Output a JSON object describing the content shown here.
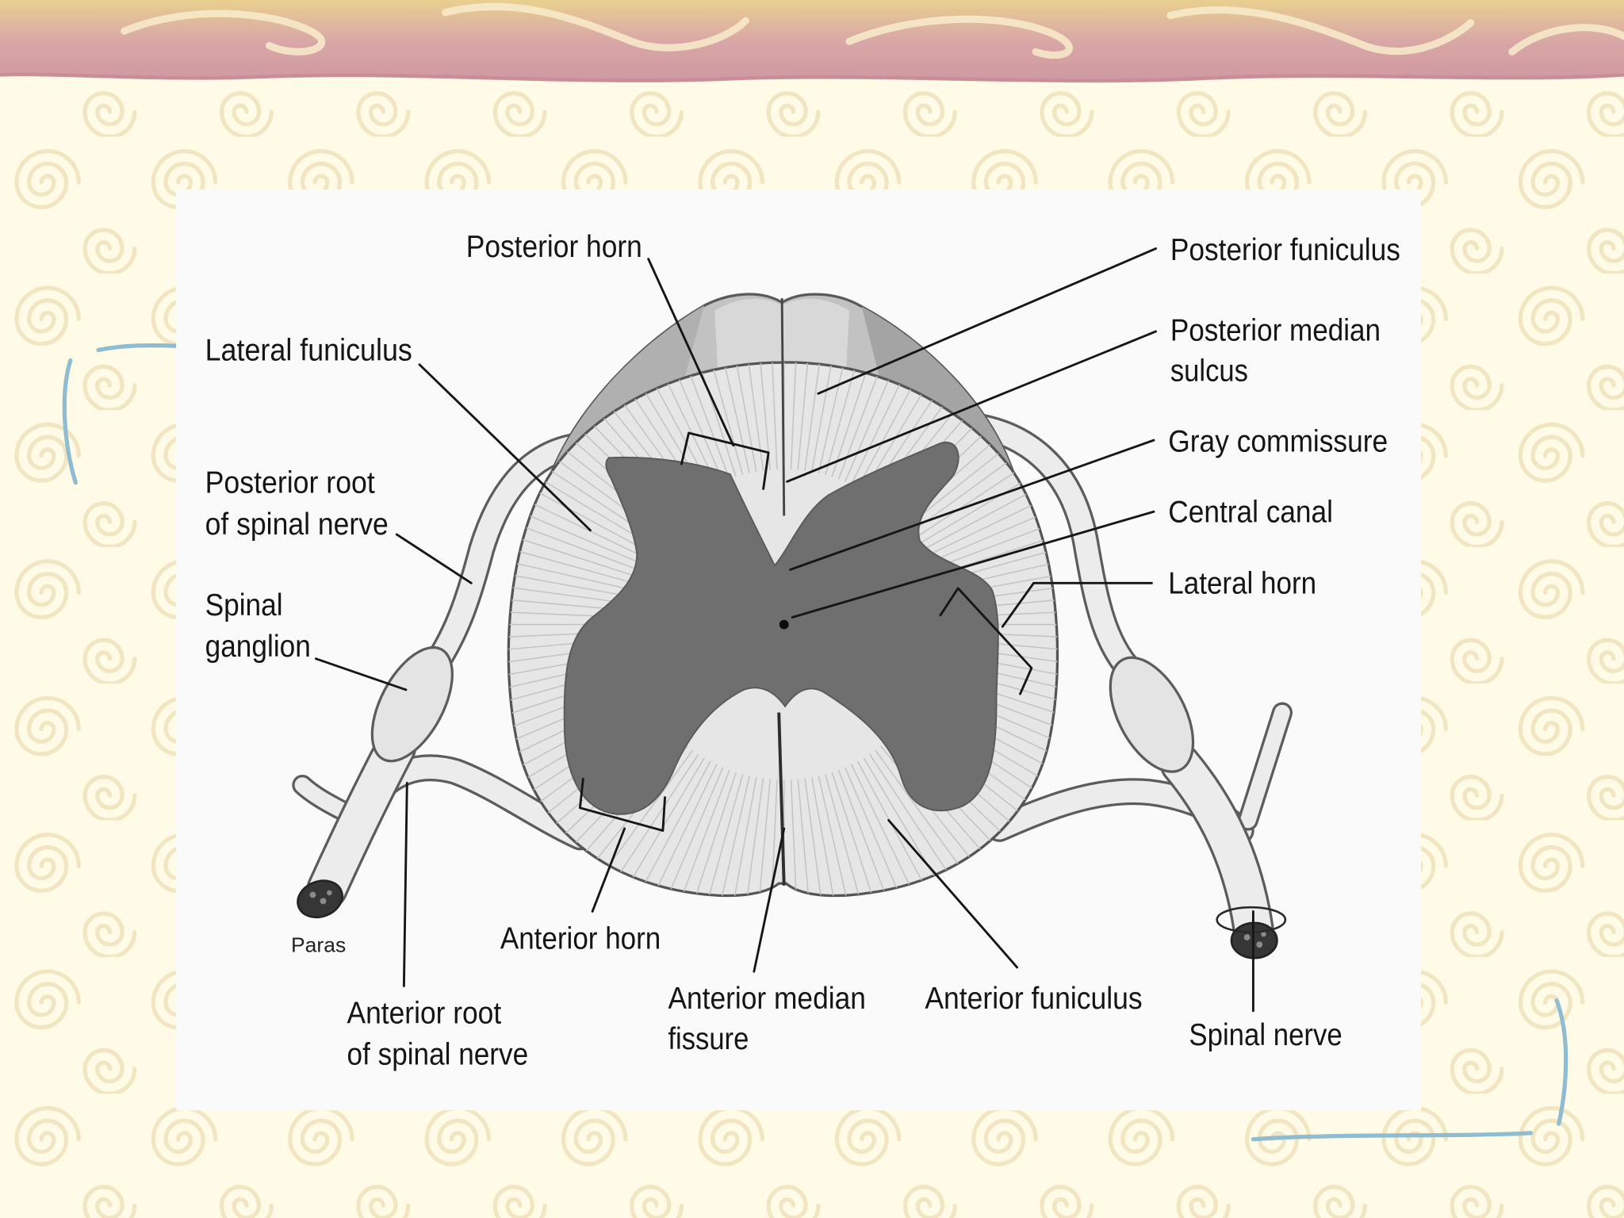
{
  "slide": {
    "background_color": "#fffbe6",
    "swirl_color": "#f1e5c2",
    "bracket_color": "#8fbcd0",
    "banner_colors": [
      "#e8d08f",
      "#d9a7a6",
      "#cf98a1"
    ]
  },
  "diagram": {
    "panel_color": "#fafafa",
    "gray_matter_color": "#6f6f6f",
    "white_matter_color": "#e6e6e6",
    "labels": {
      "posterior_horn": "Posterior horn",
      "posterior_funiculus": "Posterior funiculus",
      "lateral_funiculus": "Lateral funiculus",
      "posterior_median_sulcus": [
        "Posterior median",
        "sulcus"
      ],
      "gray_commissure": "Gray commissure",
      "posterior_root": [
        "Posterior root",
        "of spinal nerve"
      ],
      "central_canal": "Central canal",
      "lateral_horn": "Lateral horn",
      "spinal_ganglion": [
        "Spinal",
        "ganglion"
      ],
      "paras": "Paras",
      "anterior_horn": "Anterior horn",
      "anterior_root": [
        "Anterior root",
        "of spinal nerve"
      ],
      "anterior_median_fissure": [
        "Anterior median",
        "fissure"
      ],
      "anterior_funiculus": "Anterior funiculus",
      "spinal_nerve": "Spinal nerve"
    }
  }
}
